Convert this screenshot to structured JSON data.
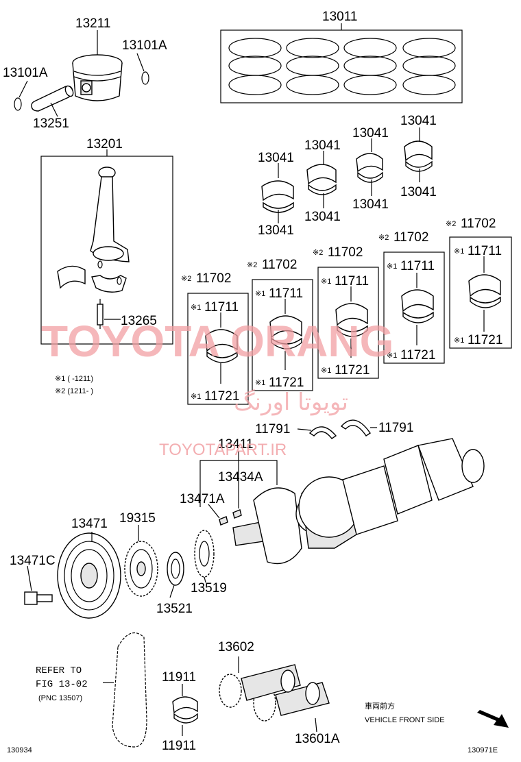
{
  "parts": {
    "p13211": "13211",
    "p13101A_right": "13101A",
    "p13101A_left": "13101A",
    "p13251": "13251",
    "p13011": "13011",
    "p13201": "13201",
    "p13265": "13265",
    "p13041_a": "13041",
    "p13041_b": "13041",
    "p13041_c": "13041",
    "p13041_d": "13041",
    "p13041_e": "13041",
    "p13041_f": "13041",
    "p13041_g": "13041",
    "p13041_h": "13041",
    "p11702_a": "11702",
    "p11702_b": "11702",
    "p11702_c": "11702",
    "p11702_d": "11702",
    "p11702_e": "11702",
    "p11711_a": "11711",
    "p11711_b": "11711",
    "p11711_c": "11711",
    "p11711_d": "11711",
    "p11711_e": "11711",
    "p11721_a": "11721",
    "p11721_b": "11721",
    "p11721_c": "11721",
    "p11721_d": "11721",
    "p11721_e": "11721",
    "p11791_left": "11791",
    "p11791_right": "11791",
    "p13411": "13411",
    "p13434A": "13434A",
    "p13471A": "13471A",
    "p13471": "13471",
    "p19315": "19315",
    "p13471C": "13471C",
    "p13519": "13519",
    "p13521": "13521",
    "p13602": "13602",
    "p11911_top": "11911",
    "p11911_bottom": "11911",
    "p13601A": "13601A"
  },
  "marks": {
    "m1": "※1",
    "m2": "※2"
  },
  "notes": {
    "note1": "※1 (      -1211)",
    "note2": "※2 (1211-      )",
    "refer1": "REFER TO",
    "refer2": "FIG 13-02",
    "refer3": "(PNC 13507)",
    "dir_jp": "車両前方",
    "dir_en": "VEHICLE FRONT SIDE",
    "code_left": "130934",
    "code_right": "130971E"
  },
  "watermark": {
    "brand": "TOYOTA ORANG",
    "farsi": "تویوتا اورنگ",
    "site": "TOYOTAPART.IR"
  },
  "colors": {
    "watermark": "#f2a0a4",
    "line": "#000000"
  }
}
